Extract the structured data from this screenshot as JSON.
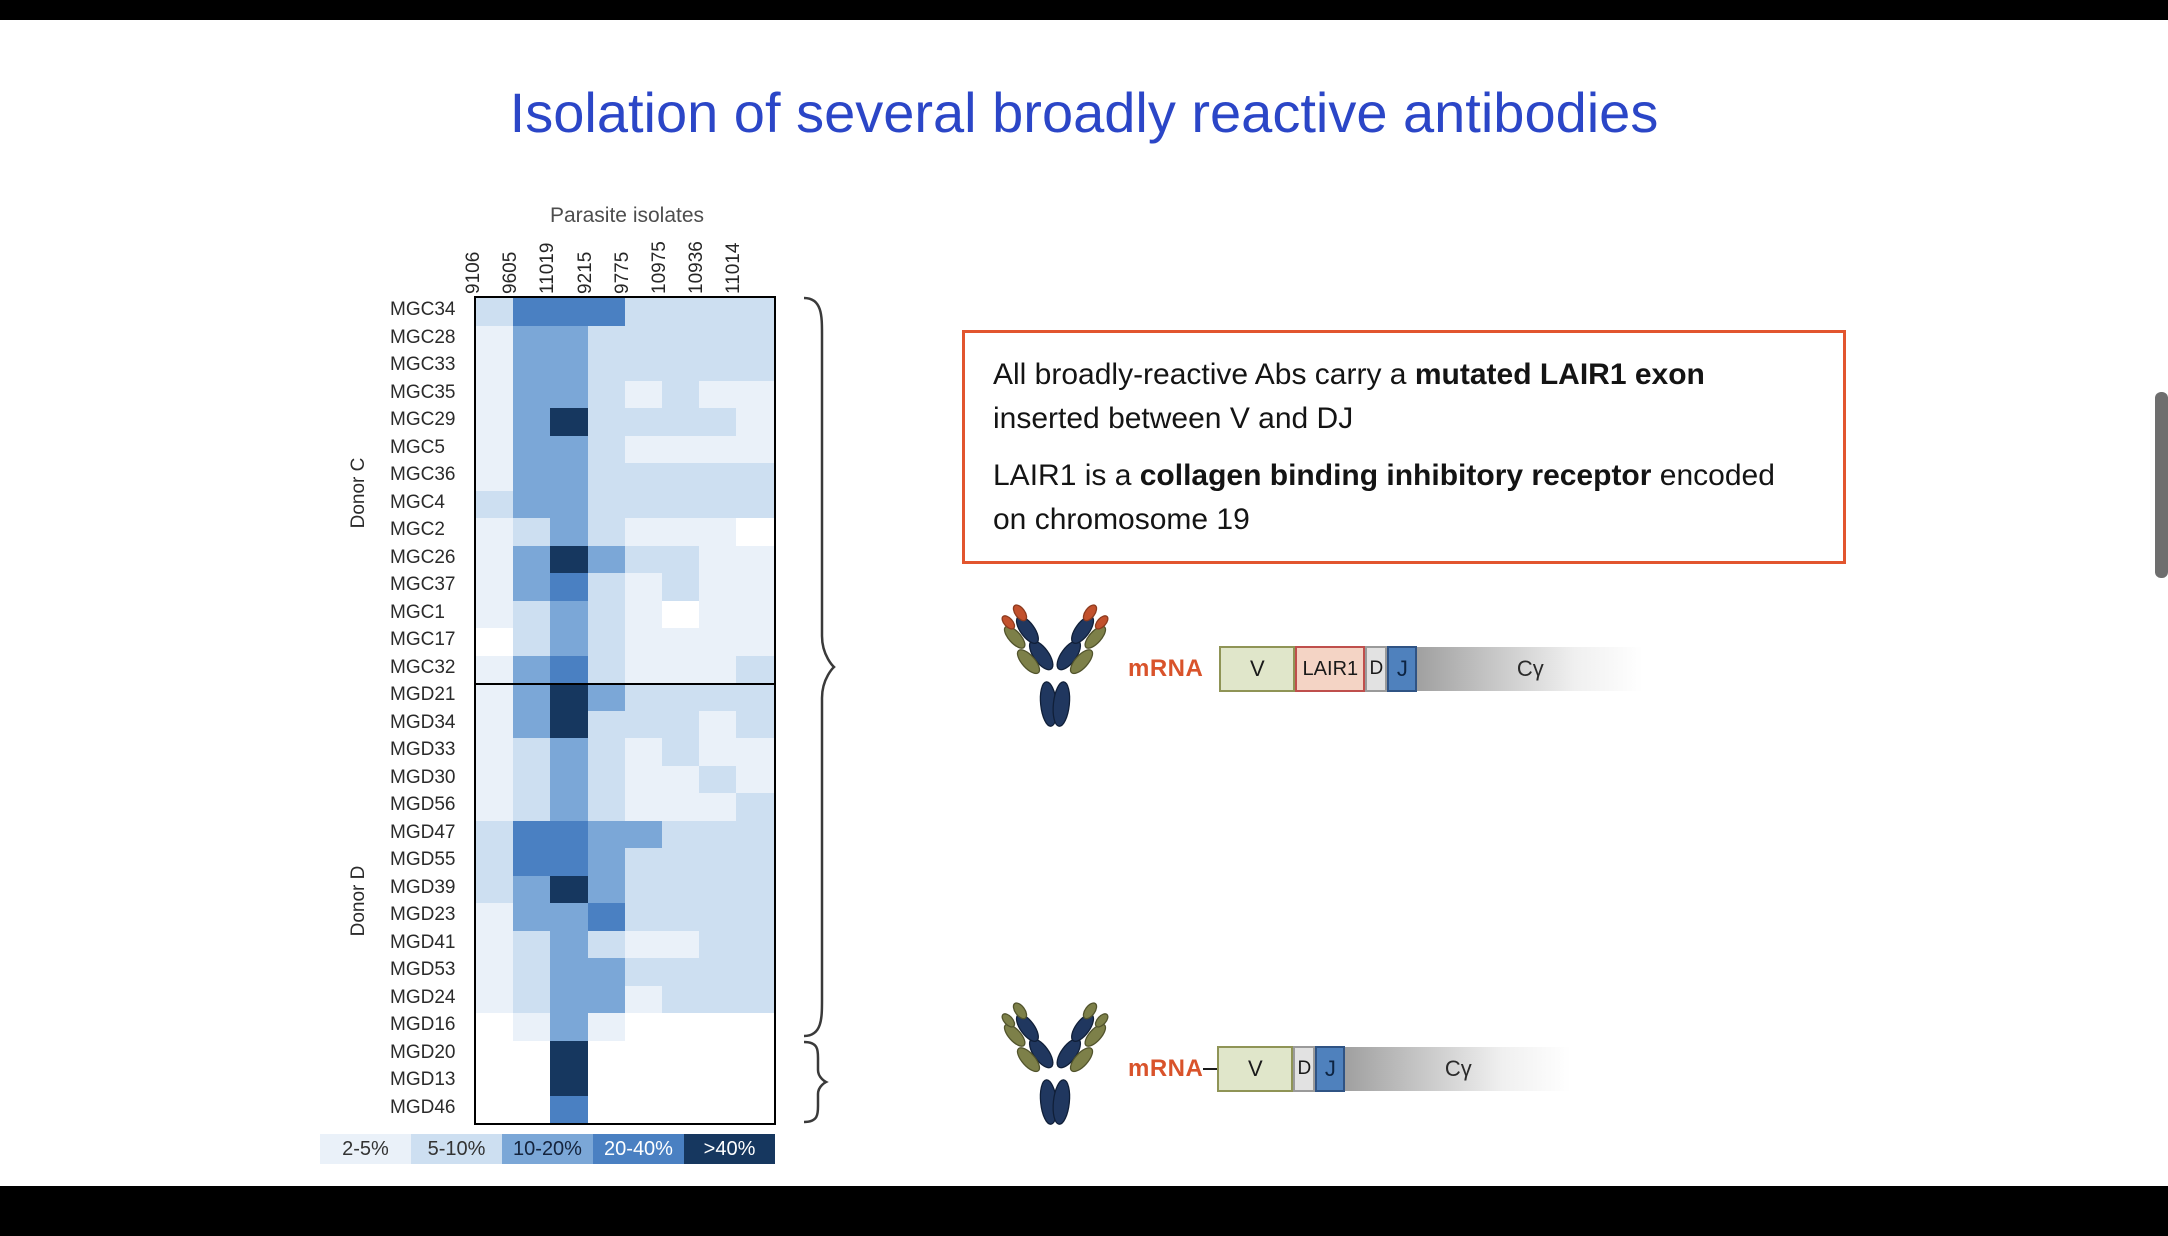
{
  "slide": {
    "title": "Isolation of several broadly reactive antibodies",
    "title_color": "#2b46c7"
  },
  "chart_data": {
    "type": "heatmap",
    "title": "Parasite isolates",
    "x_labels": [
      "9106",
      "9605",
      "11019",
      "9215",
      "9775",
      "10975",
      "10936",
      "11014"
    ],
    "y_labels": [
      "MGC34",
      "MGC28",
      "MGC33",
      "MGC35",
      "MGC29",
      "MGC5",
      "MGC36",
      "MGC4",
      "MGC2",
      "MGC26",
      "MGC37",
      "MGC1",
      "MGC17",
      "MGC32",
      "MGD21",
      "MGD34",
      "MGD33",
      "MGD30",
      "MGD56",
      "MGD47",
      "MGD55",
      "MGD39",
      "MGD23",
      "MGD41",
      "MGD53",
      "MGD24",
      "MGD16",
      "MGD20",
      "MGD13",
      "MGD46"
    ],
    "row_groups": [
      {
        "label": "Donor C",
        "count": 14
      },
      {
        "label": "Donor D",
        "count": 16
      }
    ],
    "bins": [
      "blank",
      "2-5%",
      "5-10%",
      "10-20%",
      "20-40%",
      ">40%"
    ],
    "values_encoding": "each value is a bin index into bins/palette",
    "values": [
      [
        2,
        4,
        4,
        4,
        2,
        2,
        2,
        2
      ],
      [
        1,
        3,
        3,
        2,
        2,
        2,
        2,
        2
      ],
      [
        1,
        3,
        3,
        2,
        2,
        2,
        2,
        2
      ],
      [
        1,
        3,
        3,
        2,
        1,
        2,
        1,
        1
      ],
      [
        1,
        3,
        5,
        2,
        2,
        2,
        2,
        1
      ],
      [
        1,
        3,
        3,
        2,
        1,
        1,
        1,
        1
      ],
      [
        1,
        3,
        3,
        2,
        2,
        2,
        2,
        2
      ],
      [
        2,
        3,
        3,
        2,
        2,
        2,
        2,
        2
      ],
      [
        1,
        2,
        3,
        2,
        1,
        1,
        1,
        0
      ],
      [
        1,
        3,
        5,
        3,
        2,
        2,
        1,
        1
      ],
      [
        1,
        3,
        4,
        2,
        1,
        2,
        1,
        1
      ],
      [
        1,
        2,
        3,
        2,
        1,
        0,
        1,
        1
      ],
      [
        0,
        2,
        3,
        2,
        1,
        1,
        1,
        1
      ],
      [
        1,
        3,
        4,
        2,
        1,
        1,
        1,
        2
      ],
      [
        1,
        3,
        5,
        3,
        2,
        2,
        2,
        2
      ],
      [
        1,
        3,
        5,
        2,
        2,
        2,
        1,
        2
      ],
      [
        1,
        2,
        3,
        2,
        1,
        2,
        1,
        1
      ],
      [
        1,
        2,
        3,
        2,
        1,
        1,
        2,
        1
      ],
      [
        1,
        2,
        3,
        2,
        1,
        1,
        1,
        2
      ],
      [
        2,
        4,
        4,
        3,
        3,
        2,
        2,
        2
      ],
      [
        2,
        4,
        4,
        3,
        2,
        2,
        2,
        2
      ],
      [
        2,
        3,
        5,
        3,
        2,
        2,
        2,
        2
      ],
      [
        1,
        3,
        3,
        4,
        2,
        2,
        2,
        2
      ],
      [
        1,
        2,
        3,
        2,
        1,
        1,
        2,
        2
      ],
      [
        1,
        2,
        3,
        3,
        2,
        2,
        2,
        2
      ],
      [
        1,
        2,
        3,
        3,
        1,
        2,
        2,
        2
      ],
      [
        0,
        1,
        3,
        1,
        0,
        0,
        0,
        0
      ],
      [
        0,
        0,
        5,
        0,
        0,
        0,
        0,
        0
      ],
      [
        0,
        0,
        5,
        0,
        0,
        0,
        0,
        0
      ],
      [
        0,
        0,
        4,
        0,
        0,
        0,
        0,
        0
      ]
    ],
    "palette": [
      "#ffffff",
      "#eaf1f9",
      "#cddff1",
      "#7ba7d7",
      "#4a80c2",
      "#16375f"
    ],
    "legend": [
      {
        "label": "2-5%",
        "color": "#eaf1f9",
        "text_color": "#333333"
      },
      {
        "label": "5-10%",
        "color": "#cddff1",
        "text_color": "#333333"
      },
      {
        "label": "10-20%",
        "color": "#7ba7d7",
        "text_color": "#14233c"
      },
      {
        "label": "20-40%",
        "color": "#4a80c2",
        "text_color": "#ffffff"
      },
      {
        "label": ">40%",
        "color": "#16375f",
        "text_color": "#ffffff"
      }
    ],
    "legend_position": "bottom"
  },
  "note": {
    "border_color": "#e2552e",
    "p1_pre": "All broadly-reactive Abs carry a ",
    "p1_bold": "mutated LAIR1 exon",
    "p1_post": " inserted between V and DJ",
    "p2_pre": "LAIR1 is a ",
    "p2_bold": "collagen binding inhibitory receptor",
    "p2_post": " encoded on chromosome 19"
  },
  "construct_top": {
    "mrna_label": "mRNA",
    "segments": [
      {
        "label": "V",
        "type": "v"
      },
      {
        "label": "LAIR1",
        "type": "lair1"
      },
      {
        "label": "D",
        "type": "d"
      },
      {
        "label": "J",
        "type": "j"
      },
      {
        "label": "Cγ",
        "type": "c"
      }
    ]
  },
  "construct_bottom": {
    "mrna_label": "mRNA",
    "segments": [
      {
        "label": "V",
        "type": "v"
      },
      {
        "label": "D",
        "type": "d"
      },
      {
        "label": "J",
        "type": "j"
      },
      {
        "label": "Cγ",
        "type": "c"
      }
    ]
  }
}
